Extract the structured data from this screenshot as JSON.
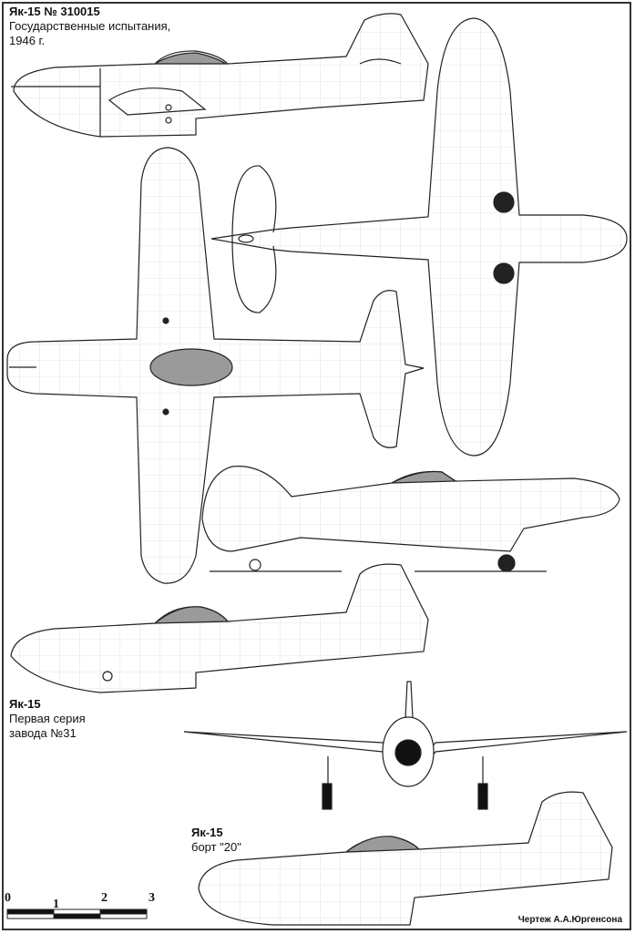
{
  "title_block_1": {
    "title": "Як-15 № 310015",
    "subtitle_line1": "Государственные испытания,",
    "subtitle_line2": "1946 г."
  },
  "title_block_2": {
    "title": "Як-15",
    "subtitle_line1": "Первая серия",
    "subtitle_line2": "завода №31"
  },
  "title_block_3": {
    "title": "Як-15",
    "subtitle_line1": "борт \"20\""
  },
  "scale_bar": {
    "ticks": [
      "0",
      "1",
      "2",
      "3"
    ]
  },
  "author": "Чертеж А.А.Юргенсона",
  "colors": {
    "line": "#222222",
    "grid": "#c8c8c8",
    "canopy": "#9a9a9a"
  }
}
